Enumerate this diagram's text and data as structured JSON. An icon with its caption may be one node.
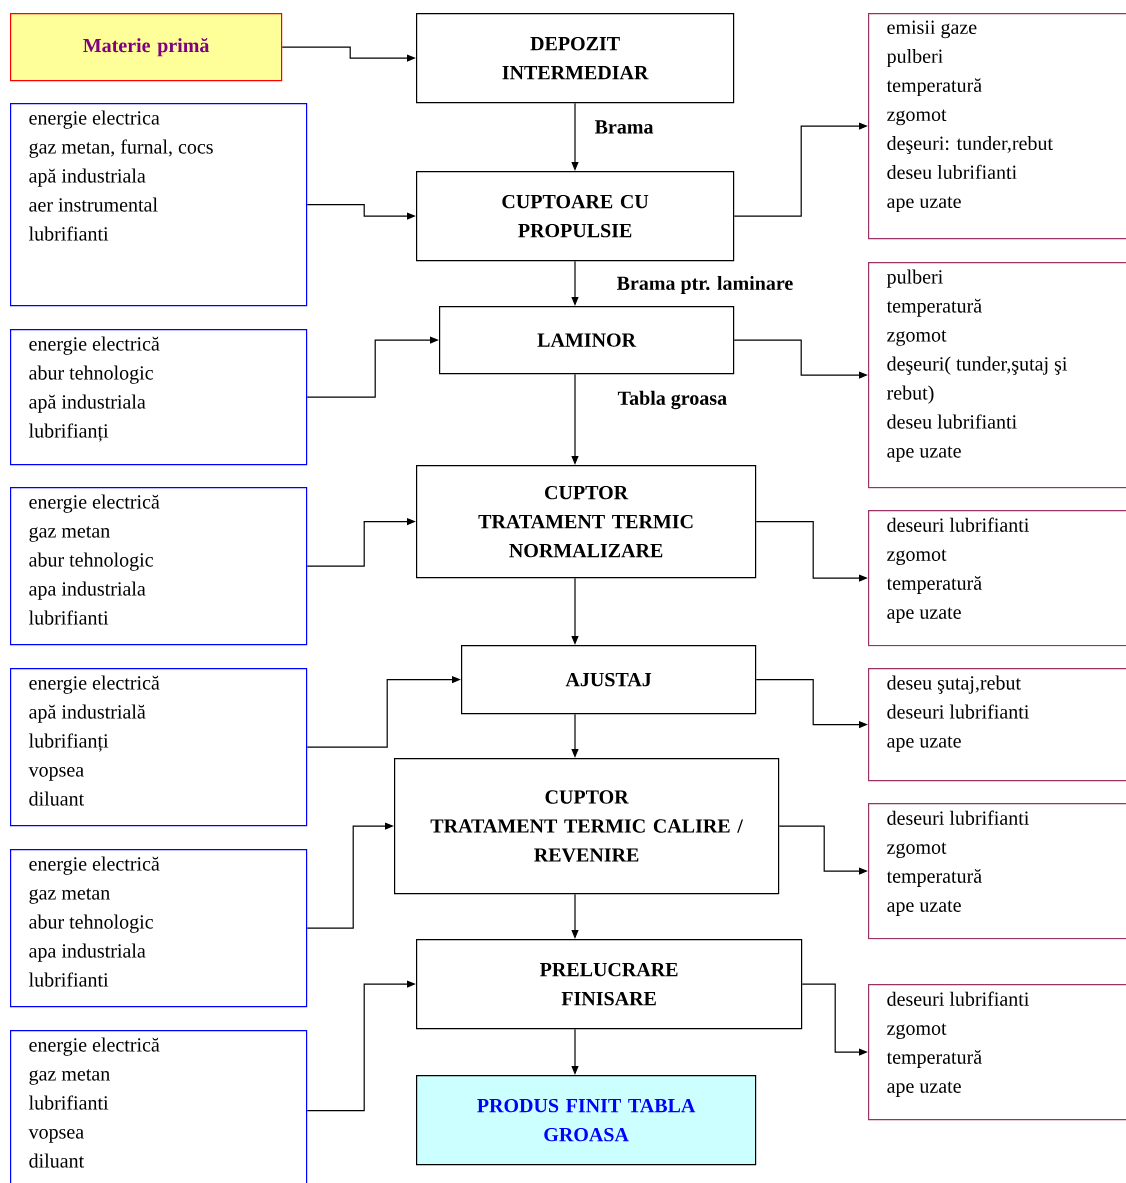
{
  "diagram": {
    "nodes": [
      {
        "text": [
          "Materie primă"
        ]
      },
      {
        "text": [
          "DEPOZIT INTERMEDIAR"
        ]
      },
      {
        "text": [
          "energie electrica",
          "gaz metan, furnal, cocs",
          "apă industriala",
          "aer instrumental",
          "lubrifianti"
        ]
      },
      {
        "text": [
          "CUPTOARE CU PROPULSIE"
        ]
      },
      {
        "text": [
          "emisii gaze",
          "pulberi",
          "temperatură",
          "zgomot",
          "deşeuri: tunder,rebut",
          "deseu lubrifianti",
          "ape uzate"
        ]
      },
      {
        "text": [
          "energie electrică",
          "abur tehnologic",
          "apă industriala",
          "lubrifianți"
        ]
      },
      {
        "text": [
          "LAMINOR"
        ]
      },
      {
        "text": [
          "pulberi",
          "temperatură",
          "zgomot",
          "deşeuri( tunder,şutaj şi rebut)",
          "deseu lubrifianti",
          "ape uzate"
        ]
      },
      {
        "text": [
          "energie electrică",
          "gaz metan",
          "abur tehnologic",
          "apa industriala",
          "lubrifianti"
        ]
      },
      {
        "text": [
          "CUPTOR",
          "TRATAMENT TERMIC NORMALIZARE"
        ]
      },
      {
        "text": [
          "deseuri lubrifianti",
          "zgomot",
          "temperatură",
          "ape uzate"
        ]
      },
      {
        "text": [
          "energie electrică",
          "apă industrială",
          "lubrifianți",
          "vopsea",
          "diluant"
        ]
      },
      {
        "text": [
          "AJUSTAJ"
        ]
      },
      {
        "text": [
          "deseu şutaj,rebut",
          "deseuri lubrifianti",
          "ape uzate"
        ]
      },
      {
        "text": [
          "energie electrică",
          "gaz metan",
          "abur tehnologic",
          "apa industriala",
          "lubrifianti"
        ]
      },
      {
        "text": [
          "CUPTOR",
          "TRATAMENT TERMIC CALIRE / REVENIRE"
        ]
      },
      {
        "text": [
          "deseuri lubrifianti",
          "zgomot",
          "temperatură",
          "ape uzate"
        ]
      },
      {
        "text": [
          "energie electrică",
          "gaz metan",
          "lubrifianti",
          "vopsea",
          "diluant"
        ]
      },
      {
        "text": [
          "PRELUCRARE FINISARE"
        ]
      },
      {
        "text": [
          "deseuri lubrifianti",
          "zgomot",
          "temperatură",
          "ape uzate"
        ]
      },
      {
        "text": [
          "PRODUS FINIT TABLA GROASA"
        ]
      }
    ],
    "edges": [
      {
        "from": 0,
        "to": 1,
        "arrow": "to"
      },
      {
        "from": 1,
        "to": 3,
        "arrow": "to",
        "label": "Brama"
      },
      {
        "from": 2,
        "to": 3,
        "arrow": "to"
      },
      {
        "from": 3,
        "to": 4,
        "arrow": "to"
      },
      {
        "from": 3,
        "to": 6,
        "arrow": "to",
        "label": "Brama ptr. laminare"
      },
      {
        "from": 5,
        "to": 6,
        "arrow": "to"
      },
      {
        "from": 6,
        "to": 7,
        "arrow": "to"
      },
      {
        "from": 6,
        "to": 9,
        "arrow": "to",
        "label": "Tabla groasa"
      },
      {
        "from": 8,
        "to": 9,
        "arrow": "to"
      },
      {
        "from": 9,
        "to": 10,
        "arrow": "to"
      },
      {
        "from": 9,
        "to": 12,
        "arrow": "to"
      },
      {
        "from": 11,
        "to": 12,
        "arrow": "to"
      },
      {
        "from": 12,
        "to": 13,
        "arrow": "to"
      },
      {
        "from": 12,
        "to": 15,
        "arrow": "to"
      },
      {
        "from": 14,
        "to": 15,
        "arrow": "to"
      },
      {
        "from": 15,
        "to": 16,
        "arrow": "to"
      },
      {
        "from": 15,
        "to": 18,
        "arrow": "to"
      },
      {
        "from": 17,
        "to": 18,
        "arrow": "to"
      },
      {
        "from": 18,
        "to": 19,
        "arrow": "to"
      },
      {
        "from": 18,
        "to": 20,
        "arrow": "to"
      }
    ]
  }
}
